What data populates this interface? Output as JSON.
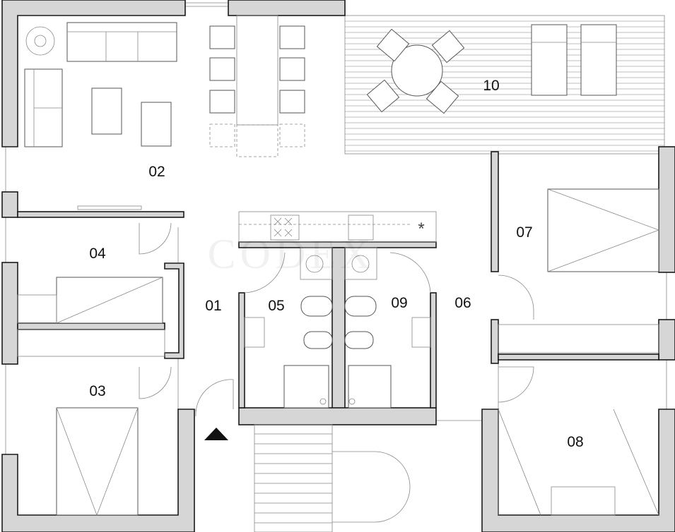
{
  "title": "Floor plan",
  "rooms": [
    {
      "id": "01"
    },
    {
      "id": "02"
    },
    {
      "id": "03"
    },
    {
      "id": "04"
    },
    {
      "id": "05"
    },
    {
      "id": "06"
    },
    {
      "id": "07"
    },
    {
      "id": "08"
    },
    {
      "id": "09"
    },
    {
      "id": "10"
    }
  ],
  "kitchen_marker": "*",
  "watermark": "CODEX",
  "colors": {
    "wall_fill": "#d6d6d6",
    "wall_stroke": "#1a1a1a",
    "entry_arrow": "#111111"
  }
}
